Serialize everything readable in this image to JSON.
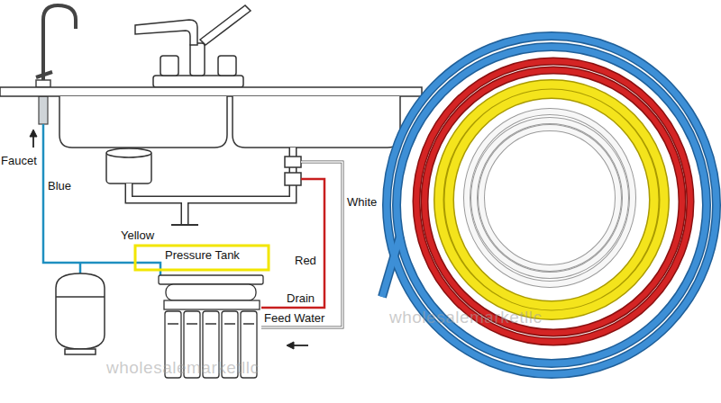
{
  "diagram": {
    "labels": [
      "Faucet",
      "Blue",
      "Yellow",
      "Pressure Tank",
      "White",
      "Red",
      "Drain",
      "Feed Water",
      "wholesalemarketllc",
      "wholesalemarketllc"
    ]
  }
}
